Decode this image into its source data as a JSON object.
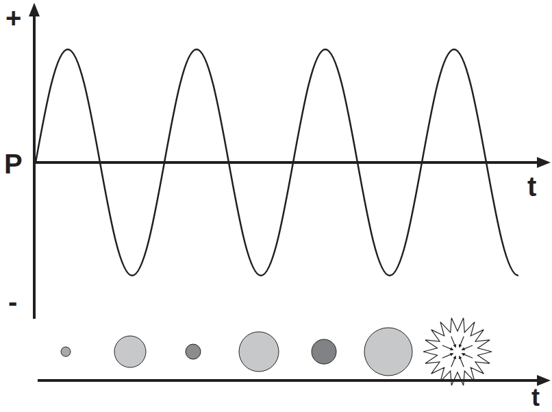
{
  "diagram": {
    "labels": [
      "+",
      "P",
      "-",
      "t",
      "t"
    ]
  }
}
